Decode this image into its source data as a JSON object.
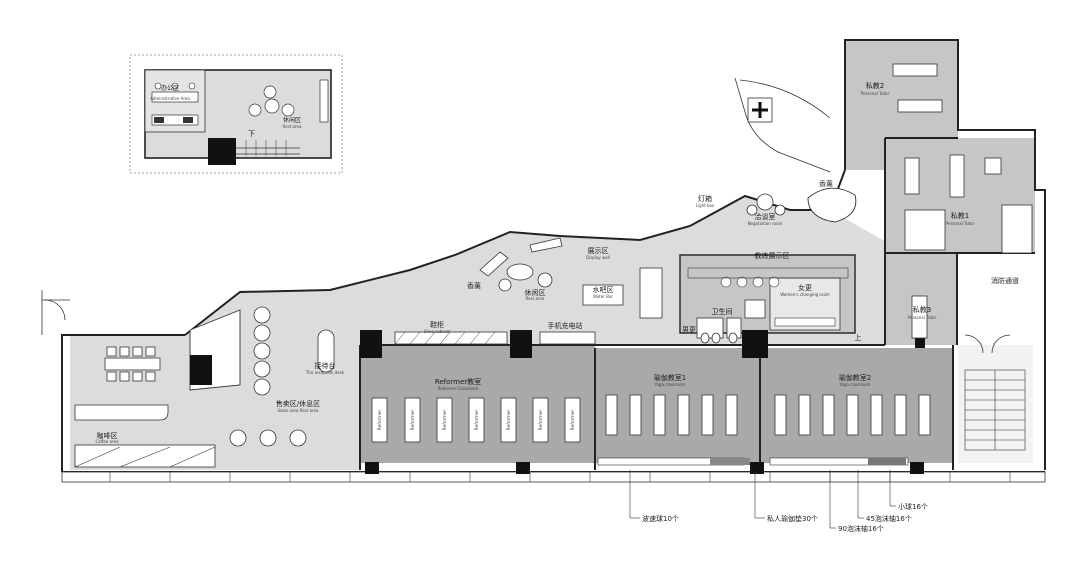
{
  "inset": {
    "admin_label": "办公区",
    "admin_sub": "Administrative Area",
    "rest_label": "休闲区",
    "rest_sub": "Rest area",
    "stair_label": "下"
  },
  "rooms": {
    "private2": "私教2",
    "private2_sub": "Personal Tutor",
    "private1": "私教1",
    "private1_sub": "Personal Tutor",
    "private3": "私教3",
    "private3_sub": "Personal Tutor",
    "reformer_btn_label": "Reformer",
    "aroma_top": "香薰",
    "lightbox": "灯箱",
    "lightbox_sub": "Light box",
    "consult": "洽谈室",
    "consult_sub": "Negotiation room",
    "display": "展示区",
    "display_sub": "Display wall",
    "aroma_left": "香薰",
    "rest_mid": "休闲区",
    "rest_mid_sub": "Rest area",
    "waterbar": "水吧区",
    "waterbar_sub": "Water Bar",
    "coach_display": "教练展示区",
    "women_change": "女更",
    "women_change_sub": "Women's changing room",
    "toilet": "卫生间",
    "men_change": "男更",
    "fire_exit": "消防通道",
    "shoe": "鞋柜",
    "shoe_sub": "Shoe cabinet",
    "phone_charge": "手机充电站",
    "reception": "接待台",
    "reception_sub": "The reception desk",
    "sales_rest": "售卖区/休息区",
    "sales_rest_sub": "Sales area   Rest area",
    "coffee": "咖啡区",
    "coffee_sub": "Coffee area",
    "reformer_room": "Reformer教室",
    "reformer_room_sub": "Reformer Classroom",
    "yoga1": "瑜伽教室1",
    "yoga1_sub": "Yoga classroom",
    "yoga2": "瑜伽教室2",
    "yoga2_sub": "Yoga classroom",
    "up": "上"
  },
  "callouts": {
    "wave_ball": "波速球10个",
    "yoga_mat": "私人瑜伽垫30个",
    "foam90": "90泡沫轴16个",
    "foam45": "45泡沫轴16个",
    "small_ball": "小球16个"
  },
  "colors": {
    "floor_light": "#dcdcdc",
    "floor_mid": "#c6c6c6",
    "floor_dark": "#a9a9a9",
    "wall": "#222222"
  }
}
